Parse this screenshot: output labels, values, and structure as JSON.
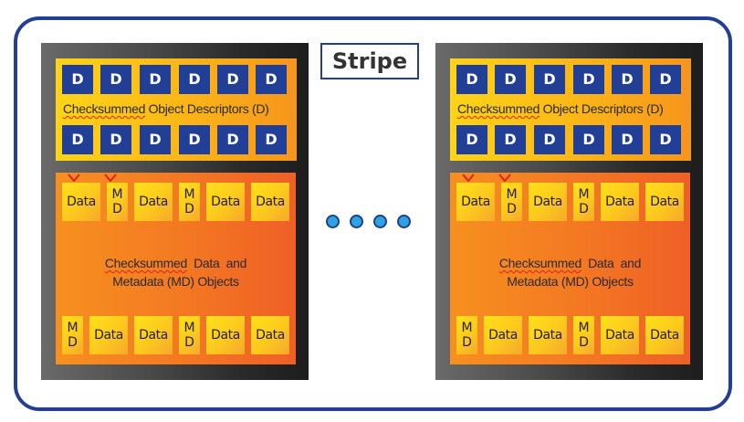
{
  "diagram": {
    "title_label": "Stripe",
    "colors": {
      "frame_border": "#233f94",
      "descriptor_block": "#213f96",
      "descriptor_area": "#fbb817",
      "data_area": "#f47a22",
      "data_block": "#fdc81e",
      "marker": "#e0201c",
      "dot_fill": "#2ea3e0"
    },
    "continuation_dots": 4,
    "panels": [
      {
        "descriptor_row_1": [
          "D",
          "D",
          "D",
          "D",
          "D",
          "D"
        ],
        "descriptor_label_word1": "Checksummed",
        "descriptor_label_rest": " Object Descriptors (D)",
        "data_row_top": [
          {
            "type": "data",
            "label": "Data"
          },
          {
            "type": "md",
            "label_line1": "M",
            "label_line2": "D"
          },
          {
            "type": "data",
            "label": "Data"
          },
          {
            "type": "md",
            "label_line1": "M",
            "label_line2": "D"
          },
          {
            "type": "data",
            "label": "Data"
          },
          {
            "type": "data",
            "label": "Data"
          }
        ],
        "descriptor_row_2": [
          "D",
          "D",
          "D",
          "D",
          "D",
          "D"
        ],
        "data_label_word1": "Checksummed",
        "data_label_line1_rest": "  Data  and",
        "data_label_line2": "Metadata (MD) Objects",
        "data_row_bottom": [
          {
            "type": "md",
            "label_line1": "M",
            "label_line2": "D"
          },
          {
            "type": "data",
            "label": "Data"
          },
          {
            "type": "data",
            "label": "Data"
          },
          {
            "type": "md",
            "label_line1": "M",
            "label_line2": "D"
          },
          {
            "type": "data",
            "label": "Data"
          },
          {
            "type": "data",
            "label": "Data"
          }
        ]
      },
      {
        "descriptor_row_1": [
          "D",
          "D",
          "D",
          "D",
          "D",
          "D"
        ],
        "descriptor_label_word1": "Checksummed",
        "descriptor_label_rest": " Object Descriptors (D)",
        "data_row_top": [
          {
            "type": "data",
            "label": "Data"
          },
          {
            "type": "md",
            "label_line1": "M",
            "label_line2": "D"
          },
          {
            "type": "data",
            "label": "Data"
          },
          {
            "type": "md",
            "label_line1": "M",
            "label_line2": "D"
          },
          {
            "type": "data",
            "label": "Data"
          },
          {
            "type": "data",
            "label": "Data"
          }
        ],
        "descriptor_row_2": [
          "D",
          "D",
          "D",
          "D",
          "D",
          "D"
        ],
        "data_label_word1": "Checksummed",
        "data_label_line1_rest": "  Data  and",
        "data_label_line2": "Metadata (MD) Objects",
        "data_row_bottom": [
          {
            "type": "md",
            "label_line1": "M",
            "label_line2": "D"
          },
          {
            "type": "data",
            "label": "Data"
          },
          {
            "type": "data",
            "label": "Data"
          },
          {
            "type": "md",
            "label_line1": "M",
            "label_line2": "D"
          },
          {
            "type": "data",
            "label": "Data"
          },
          {
            "type": "data",
            "label": "Data"
          }
        ]
      }
    ]
  }
}
